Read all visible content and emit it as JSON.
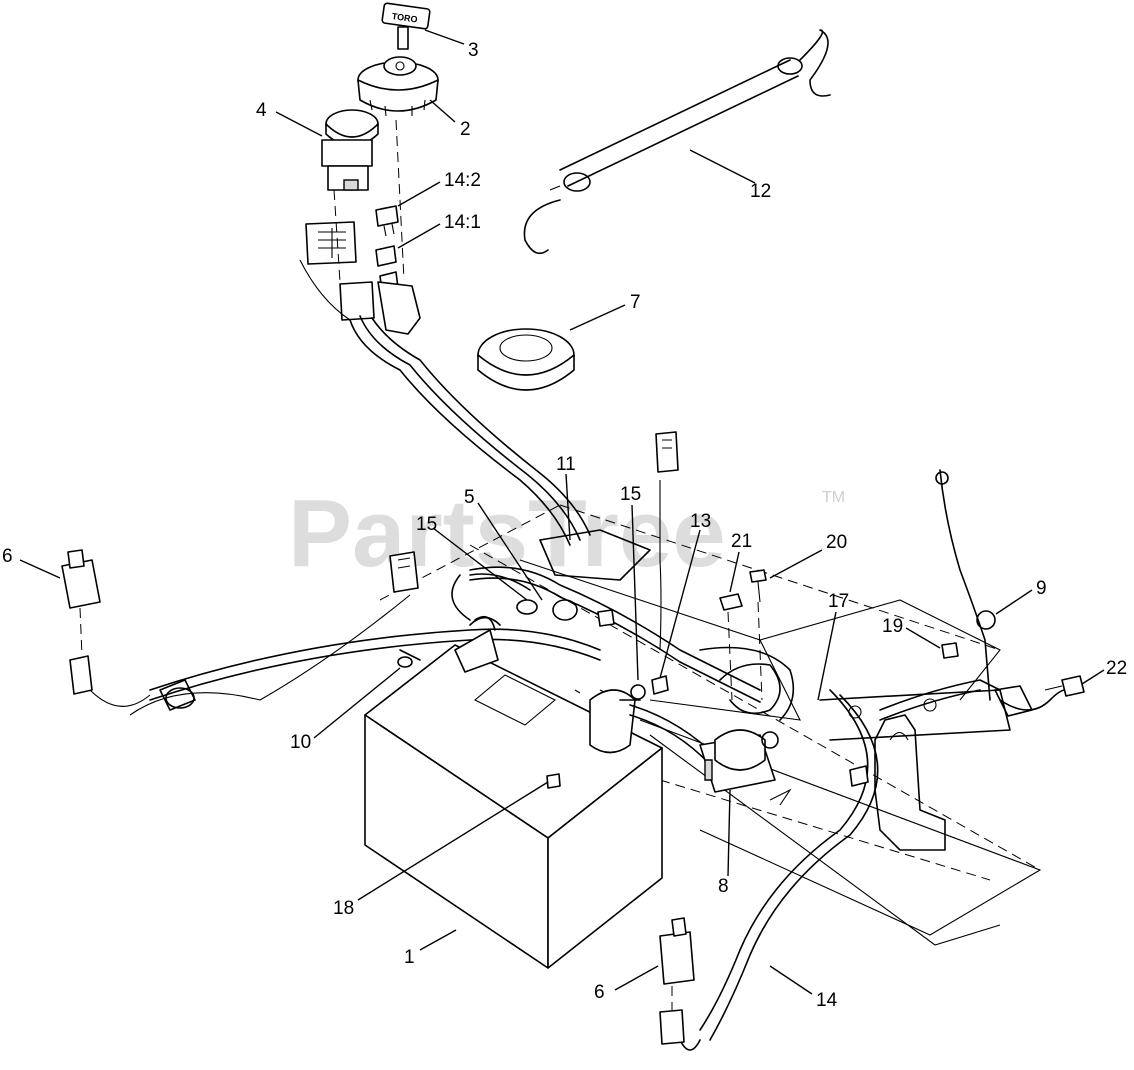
{
  "watermark": {
    "text": "PartsTree",
    "mark": "TM"
  },
  "key_brand": "TORO",
  "callouts": [
    {
      "id": "c3",
      "label": "3"
    },
    {
      "id": "c2",
      "label": "2"
    },
    {
      "id": "c4",
      "label": "4"
    },
    {
      "id": "c14-2",
      "label": "14:2"
    },
    {
      "id": "c14-1",
      "label": "14:1"
    },
    {
      "id": "c12",
      "label": "12"
    },
    {
      "id": "c7",
      "label": "7"
    },
    {
      "id": "c11",
      "label": "11"
    },
    {
      "id": "c5",
      "label": "5"
    },
    {
      "id": "c15a",
      "label": "15"
    },
    {
      "id": "c15b",
      "label": "15"
    },
    {
      "id": "c13",
      "label": "13"
    },
    {
      "id": "c21",
      "label": "21"
    },
    {
      "id": "c20",
      "label": "20"
    },
    {
      "id": "c9",
      "label": "9"
    },
    {
      "id": "c17",
      "label": "17"
    },
    {
      "id": "c19",
      "label": "19"
    },
    {
      "id": "c22",
      "label": "22"
    },
    {
      "id": "c6a",
      "label": "6"
    },
    {
      "id": "c10",
      "label": "10"
    },
    {
      "id": "c8",
      "label": "8"
    },
    {
      "id": "c18",
      "label": "18"
    },
    {
      "id": "c1",
      "label": "1"
    },
    {
      "id": "c6b",
      "label": "6"
    },
    {
      "id": "c14",
      "label": "14"
    }
  ]
}
